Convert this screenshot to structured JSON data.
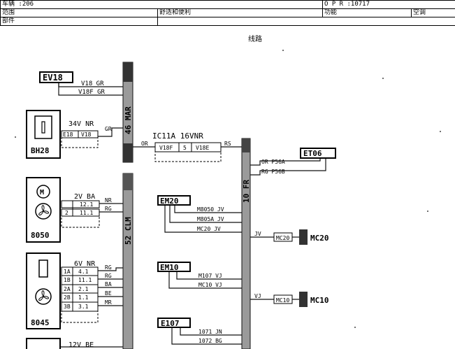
{
  "header": {
    "vehicle": "车辆 :206",
    "opr": "O P R :10717",
    "scope_label": "范围",
    "scope_value": "舒适和便利",
    "function_label": "功能",
    "function_value": "空调",
    "component_label": "部件"
  },
  "caption": "线路",
  "bars": {
    "b46": "46 MAR",
    "b52": "52 CLM",
    "b10": "10 FR"
  },
  "boxes": {
    "ev18": "EV18",
    "bh28": "BH28",
    "b8050": "8050",
    "b8045": "8045",
    "em20": "EM20",
    "em10": "EM10",
    "e107": "E107",
    "et06": "ET06",
    "mc20": "MC20",
    "mc10": "MC10"
  },
  "labels": {
    "v18gr": "V18 GR",
    "v18fgr": "V18F GR",
    "nr34": "34V NR",
    "gr": "GR",
    "e18": "E18",
    "v18": "V18",
    "ic11a": "IC11A 16VNR",
    "or": "OR",
    "v18f": "V18F",
    "five": "5",
    "v18e": "V18E",
    "rs": "RS",
    "p56a": "OR P56A",
    "p56b": "RG P56B",
    "ba2v": "2V BA",
    "nr": "NR",
    "rg": "RG",
    "c121": "12.1",
    "c2": "2",
    "c111": "11.1",
    "m8050": "M8050 JV",
    "m805a": "M805A JV",
    "mc20jv": "MC20 JV",
    "jv": "JV",
    "mc20b": "MC20",
    "m107": "M107 VJ",
    "mc10vj": "MC10 VJ",
    "vj": "VJ",
    "mc10b": "MC10",
    "nr6v": "6V NR",
    "r1a": "1A",
    "r41": "4.1",
    "r1b": "1B",
    "r111": "11.1",
    "r2a": "2A",
    "r21": "2.1",
    "r2b": "2B",
    "r11": "1.1",
    "r3b": "3B",
    "r31": "3.1",
    "w_rg1": "RG",
    "w_rg2": "RG",
    "w_ba": "BA",
    "w_be": "BE",
    "w_mr": "MR",
    "j1071": "1071 JN",
    "j1072": "1072 BG",
    "be12": "12V BE"
  }
}
